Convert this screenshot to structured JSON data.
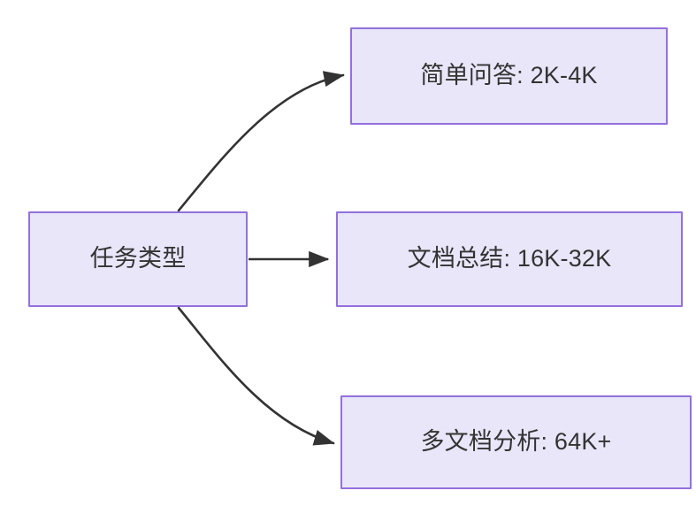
{
  "diagram": {
    "type": "flowchart",
    "direction": "left-to-right",
    "background_color": "#ffffff",
    "node_fill_color": "#e9e6f9",
    "node_border_color": "#9370dd",
    "node_text_color": "#333333",
    "edge_color": "#333333",
    "nodes": {
      "source": {
        "label": "任务类型",
        "id": "node-source"
      },
      "branch_top": {
        "label": "简单问答: 2K-4K",
        "id": "node-simple-qa"
      },
      "branch_middle": {
        "label": "文档总结: 16K-32K",
        "id": "node-doc-summary"
      },
      "branch_bottom": {
        "label": "多文档分析: 64K+",
        "id": "node-multi-doc"
      }
    },
    "edges": [
      {
        "from": "任务类型",
        "to": "简单问答: 2K-4K",
        "style": "curved",
        "arrowhead": "filled-triangle",
        "label": ""
      },
      {
        "from": "任务类型",
        "to": "文档总结: 16K-32K",
        "style": "straight",
        "arrowhead": "filled-triangle",
        "label": ""
      },
      {
        "from": "任务类型",
        "to": "多文档分析: 64K+",
        "style": "curved",
        "arrowhead": "filled-triangle",
        "label": ""
      }
    ]
  }
}
